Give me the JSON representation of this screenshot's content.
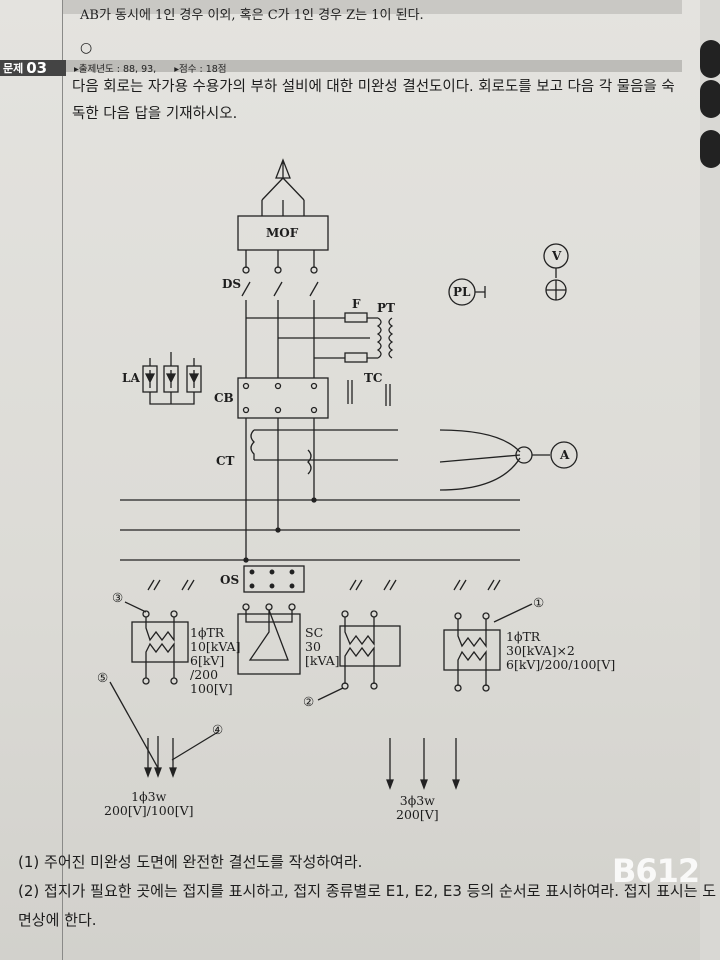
{
  "previous": {
    "line": "AB가 동시에 1인 경우 이외, 혹은 C가 1인 경우 Z는 1이 된다.",
    "mark": "○"
  },
  "question": {
    "badge_prefix": "문제",
    "badge_number": "03",
    "years": "▸출제년도 : 88, 93,",
    "score": "▸점수 : 18점",
    "stem": "다음 회로는 자가용 수용가의 부하 설비에 대한 미완성 결선도이다. 회로도를 보고 다음 각 물음을 숙독한 다음 답을 기재하시오."
  },
  "diagram": {
    "mof": "MOF",
    "ds": "DS",
    "f": "F",
    "pt": "PT",
    "pl": "PL",
    "v": "V",
    "la": "LA",
    "cb": "CB",
    "tc": "TC",
    "ct": "CT",
    "a": "A",
    "os": "OS",
    "tr_left": "1ϕTR\n10[kVA]\n6[kV]\n/200\n100[V]",
    "sc": "SC\n30\n[kVA]",
    "tr_right": "1ϕTR\n30[kVA]×2\n6[kV]/200/100[V]",
    "m1": "①",
    "m2": "②",
    "m3": "③",
    "m4": "④",
    "m5": "⑤",
    "out_left": "1ϕ3w\n200[V]/100[V]",
    "out_right": "3ϕ3w\n200[V]"
  },
  "questions": [
    "(1) 주어진 미완성 도면에 완전한 결선도를 작성하여라.",
    "(2) 접지가 필요한 곳에는 접지를 표시하고, 접지 종류별로 E1, E2, E3 등의 순서로 표시하여라. 접지 표시는 도면상에 한다."
  ],
  "watermark": "B612"
}
